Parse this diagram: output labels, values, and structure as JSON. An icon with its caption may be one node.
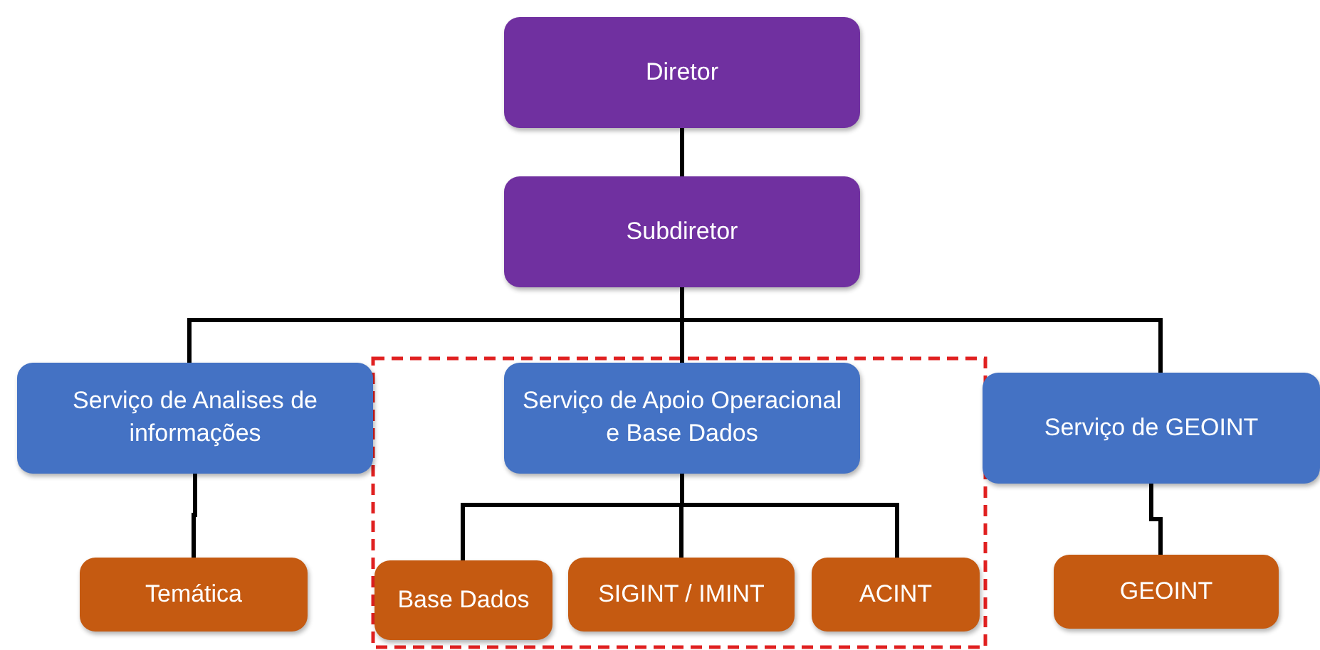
{
  "diagram": {
    "nodes": [
      {
        "text": [
          "Diretor"
        ]
      },
      {
        "text": [
          "Subdiretor"
        ]
      },
      {
        "text": [
          "Serviço de Analises de informações"
        ]
      },
      {
        "text": [
          "Serviço de Apoio Operacional e Base Dados"
        ]
      },
      {
        "text": [
          "Serviço de GEOINT"
        ]
      },
      {
        "text": [
          "Temática"
        ]
      },
      {
        "text": [
          "Base Dados"
        ]
      },
      {
        "text": [
          "SIGINT / IMINT"
        ]
      },
      {
        "text": [
          "ACINT"
        ]
      },
      {
        "text": [
          "GEOINT"
        ]
      }
    ],
    "edges": [
      {
        "from": 0,
        "to": 1,
        "arrow": "none"
      },
      {
        "from": 1,
        "to": 2,
        "arrow": "none"
      },
      {
        "from": 1,
        "to": 3,
        "arrow": "none"
      },
      {
        "from": 1,
        "to": 4,
        "arrow": "none"
      },
      {
        "from": 2,
        "to": 5,
        "arrow": "none"
      },
      {
        "from": 3,
        "to": 6,
        "arrow": "none"
      },
      {
        "from": 3,
        "to": 7,
        "arrow": "none"
      },
      {
        "from": 3,
        "to": 8,
        "arrow": "none"
      },
      {
        "from": 4,
        "to": 9,
        "arrow": "none"
      }
    ]
  }
}
